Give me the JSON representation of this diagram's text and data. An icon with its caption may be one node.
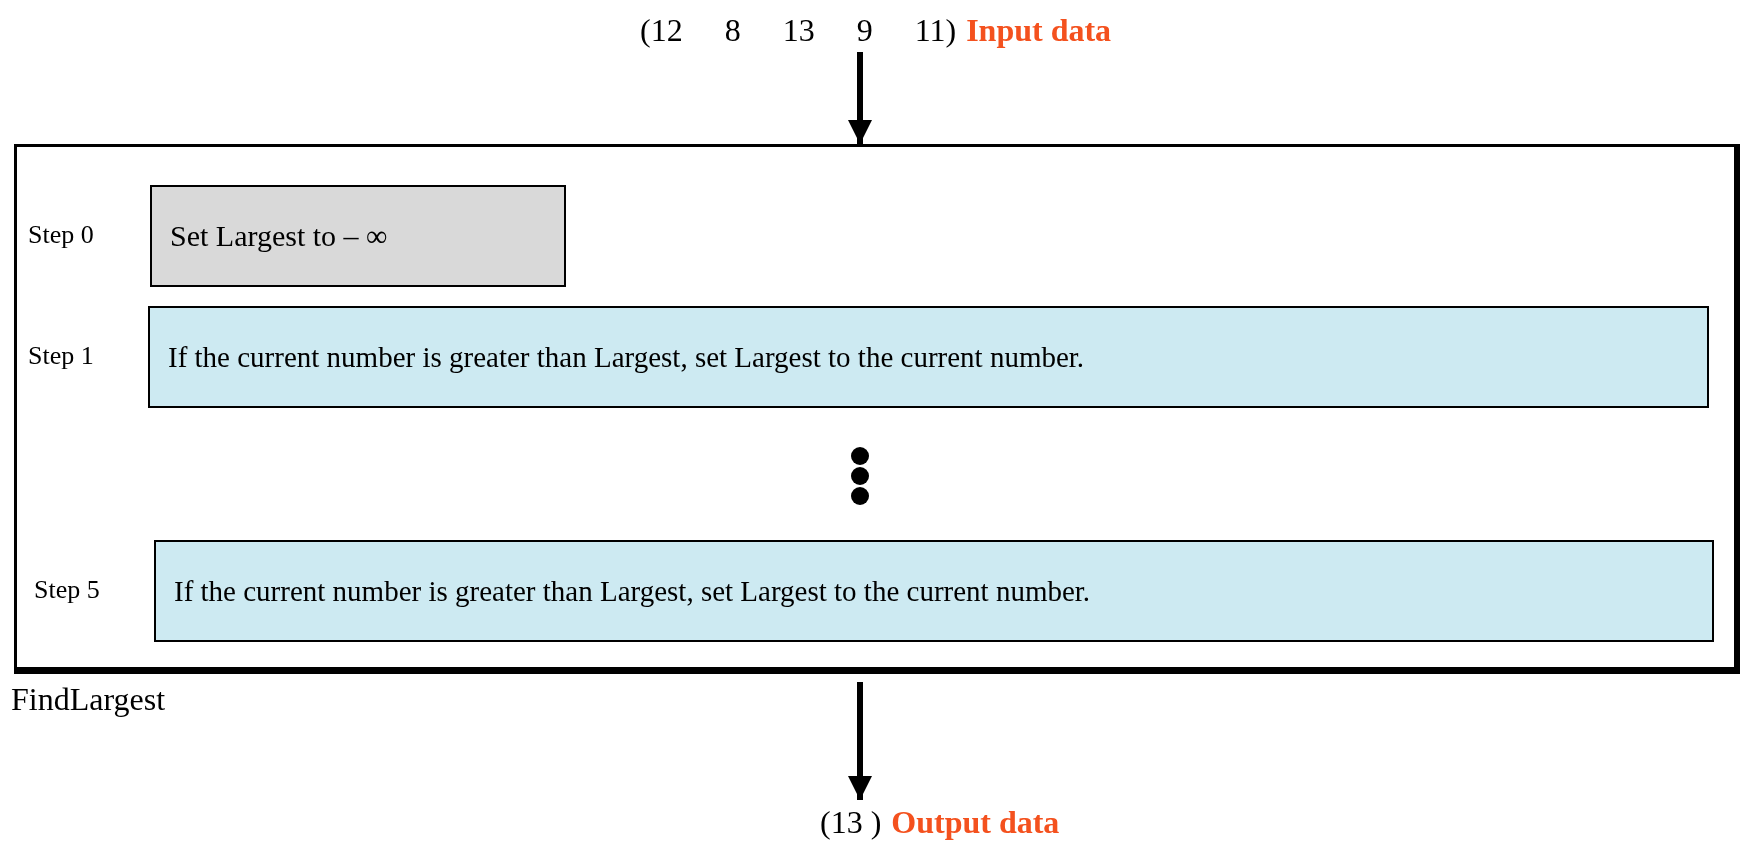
{
  "diagram": {
    "nodes": [
      {
        "text": [
          "(12 8 13 9 11)"
        ],
        "beside": [
          "Input data"
        ]
      },
      {
        "text": [
          "FindLargest"
        ]
      },
      {
        "text": [
          "Set Largest to – ∞"
        ],
        "in": 1,
        "beside": [
          "Step 0"
        ]
      },
      {
        "text": [
          "If the current number is greater than Largest, set Largest to the current number."
        ],
        "in": 1,
        "beside": [
          "Step 1"
        ]
      },
      {
        "text": [
          "If the current number is greater than Largest, set Largest to the current number."
        ],
        "in": 1,
        "beside": [
          "Step 5"
        ]
      },
      {
        "text": [
          "(13 )"
        ],
        "beside": [
          "Output data"
        ]
      }
    ],
    "edges": [
      {
        "from": 0,
        "to": 1,
        "arrow": "to"
      },
      {
        "from": 1,
        "to": 5,
        "arrow": "to"
      }
    ]
  }
}
